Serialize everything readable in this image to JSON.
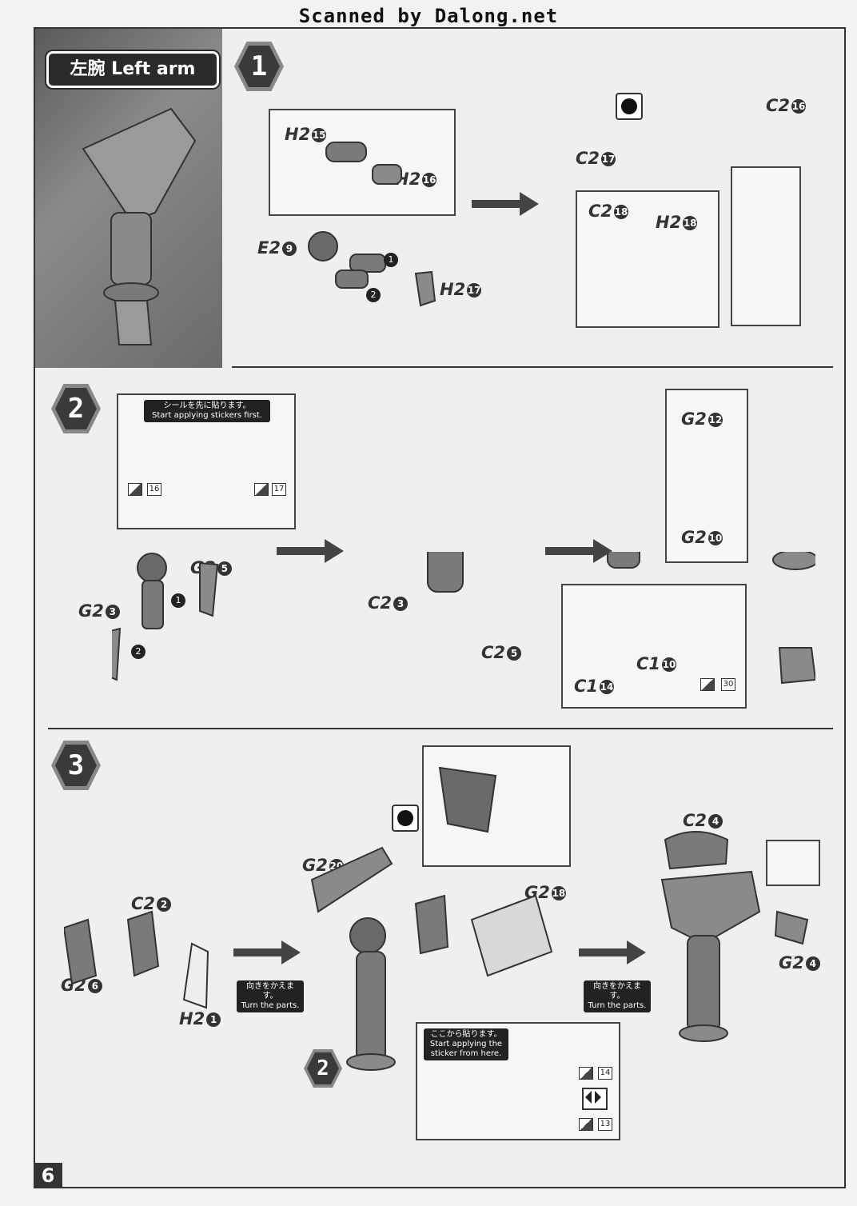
{
  "header": {
    "scanned_by": "Scanned by Dalong.net"
  },
  "section": {
    "title": "左腕 Left arm"
  },
  "page_number": "6",
  "steps": {
    "s1": {
      "number": "1",
      "parts": {
        "h2_15": {
          "code": "H2",
          "num": "15"
        },
        "h2_16": {
          "code": "H2",
          "num": "16"
        },
        "e2_9": {
          "code": "E2",
          "num": "9"
        },
        "h2_17": {
          "code": "H2",
          "num": "17"
        },
        "c2_16": {
          "code": "C2",
          "num": "16"
        },
        "c2_17": {
          "code": "C2",
          "num": "17"
        },
        "c2_18": {
          "code": "C2",
          "num": "18"
        },
        "h2_18": {
          "code": "H2",
          "num": "18"
        }
      },
      "order_1": "1",
      "order_2": "2"
    },
    "s2": {
      "number": "2",
      "note_jp": "シールを先に貼ります。",
      "note_en": "Start applying stickers first.",
      "stickers": [
        "16",
        "17",
        "30"
      ],
      "parts": {
        "g2_5": {
          "code": "G2",
          "num": "5"
        },
        "g2_3": {
          "code": "G2",
          "num": "3"
        },
        "c2_3": {
          "code": "C2",
          "num": "3"
        },
        "c2_5": {
          "code": "C2",
          "num": "5"
        },
        "g2_12": {
          "code": "G2",
          "num": "12"
        },
        "g2_10": {
          "code": "G2",
          "num": "10"
        },
        "c1_10": {
          "code": "C1",
          "num": "10"
        },
        "c1_14": {
          "code": "C1",
          "num": "14"
        }
      },
      "order_1": "1",
      "order_2": "2"
    },
    "s3": {
      "number": "3",
      "turn_jp": "向きをかえます。",
      "turn_en": "Turn the parts.",
      "sticker_note_jp": "ここから貼ります。",
      "sticker_note_en": "Start applying the sticker from here.",
      "stickers": [
        "14",
        "13"
      ],
      "ref_step": "2",
      "parts": {
        "c2_2": {
          "code": "C2",
          "num": "2"
        },
        "g2_6": {
          "code": "G2",
          "num": "6"
        },
        "h2_1": {
          "code": "H2",
          "num": "1"
        },
        "g2_20": {
          "code": "G2",
          "num": "20"
        },
        "g2_18": {
          "code": "G2",
          "num": "18"
        },
        "c2_4": {
          "code": "C2",
          "num": "4"
        },
        "g2_4": {
          "code": "G2",
          "num": "4"
        }
      }
    }
  }
}
